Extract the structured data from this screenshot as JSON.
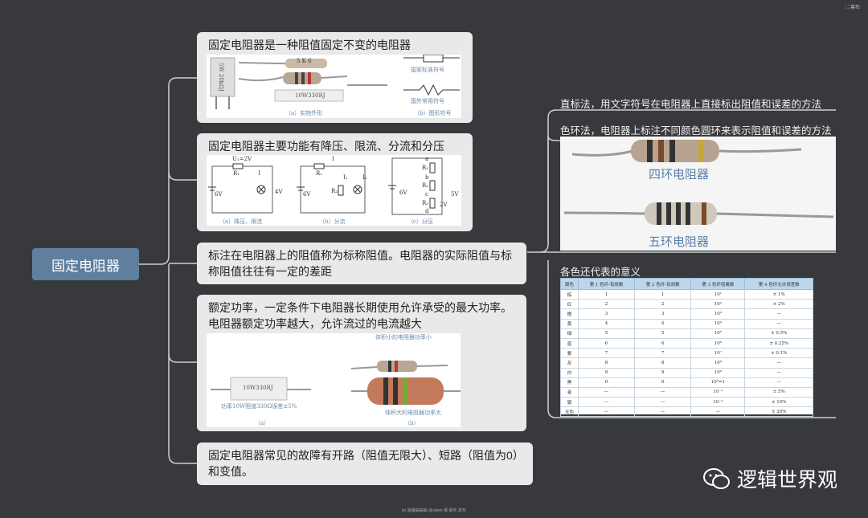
{
  "root": {
    "label": "固定电阻器"
  },
  "top_right": {
    "label": "幕布"
  },
  "cards": [
    {
      "text": "固定电阻器是一种阻值固定不变的电阻器",
      "captions": {
        "left": "（a）实物外形",
        "right": "（b）图形符号",
        "national": "国家标准符号",
        "foreign": "国外常用符号",
        "label_5w": "5W 20kΩJ",
        "label_5k6": "5 K 6",
        "label_res": "10W330RJ"
      }
    },
    {
      "text": "固定电阻器主要功能有降压、限流、分流和分压",
      "captions": {
        "a": "（a）降压、限流",
        "b": "（b）分流",
        "c": "（c）分压",
        "v6": "6V",
        "v4": "4V",
        "v5": "5V",
        "v2": "2V",
        "ur": "U₁=2V",
        "r1": "R₁",
        "r2": "R₂",
        "r3": "R₃",
        "i": "I",
        "i1": "I₁",
        "i2": "I₂",
        "a_": "a",
        "b_": "b",
        "c_": "c",
        "d_": "d"
      }
    },
    {
      "text": "标注在电阻器上的阻值称为标称阻值。电阻器的实际阻值与标称阻值往往有一定的差距"
    },
    {
      "text": "额定功率，一定条件下电阻器长期使用允许承受的最大功率。电阻器额定功率越大，允许流过的电流越大",
      "captions": {
        "a": "（a）",
        "b": "（b）",
        "small": "体积小的电阻器功率小",
        "large": "体积大的电阻器功率大",
        "rated": "功率10W阻值330Ω误差±5%",
        "label_res": "10W330RJ"
      }
    },
    {
      "text": "固定电阻器常见的故障有开路（阻值无限大）、短路（阻值为0）和变值。"
    }
  ],
  "right": {
    "direct": "直标法，用文字符号在电阻器上直接标出阻值和误差的方法",
    "color": "色环法，电阻器上标注不同颜色圆环来表示阻值和误差的方法",
    "four_ring": "四环电阻器",
    "five_ring": "五环电阻器",
    "table_title": "各色还代表的意义",
    "table": {
      "headers": [
        "颜色",
        "第 1 色环-有效数",
        "第 2 色环-有效数",
        "第 3 色环倍乘数",
        "第 4 色环允许误差数"
      ],
      "rows": [
        [
          "棕",
          "1",
          "1",
          "10¹",
          "± 1%"
        ],
        [
          "红",
          "2",
          "2",
          "10²",
          "± 2%"
        ],
        [
          "橙",
          "3",
          "3",
          "10³",
          "—"
        ],
        [
          "黄",
          "4",
          "4",
          "10⁴",
          "—"
        ],
        [
          "绿",
          "5",
          "5",
          "10⁵",
          "± 0.5%"
        ],
        [
          "蓝",
          "6",
          "6",
          "10⁶",
          "± 0.25%"
        ],
        [
          "紫",
          "7",
          "7",
          "10⁷",
          "± 0.1%"
        ],
        [
          "灰",
          "8",
          "8",
          "10⁸",
          "—"
        ],
        [
          "白",
          "9",
          "9",
          "10⁹",
          "—"
        ],
        [
          "黑",
          "0",
          "0",
          "10⁰=1",
          "—"
        ],
        [
          "金",
          "—",
          "—",
          "10⁻¹",
          "± 5%"
        ],
        [
          "银",
          "—",
          "—",
          "10⁻²",
          "± 10%"
        ],
        [
          "无色",
          "—",
          "—",
          "—",
          "± 20%"
        ]
      ]
    }
  },
  "watermark": {
    "text": "逻辑世界观"
  },
  "footer": {
    "text": "by 晨曦曲曲曲 @cbem 做 幕布 发布"
  },
  "colors": {
    "background": "#38393d",
    "card": "#e9e9e9",
    "root": "#5e7f9e",
    "table_header": "#bcd6ec"
  }
}
